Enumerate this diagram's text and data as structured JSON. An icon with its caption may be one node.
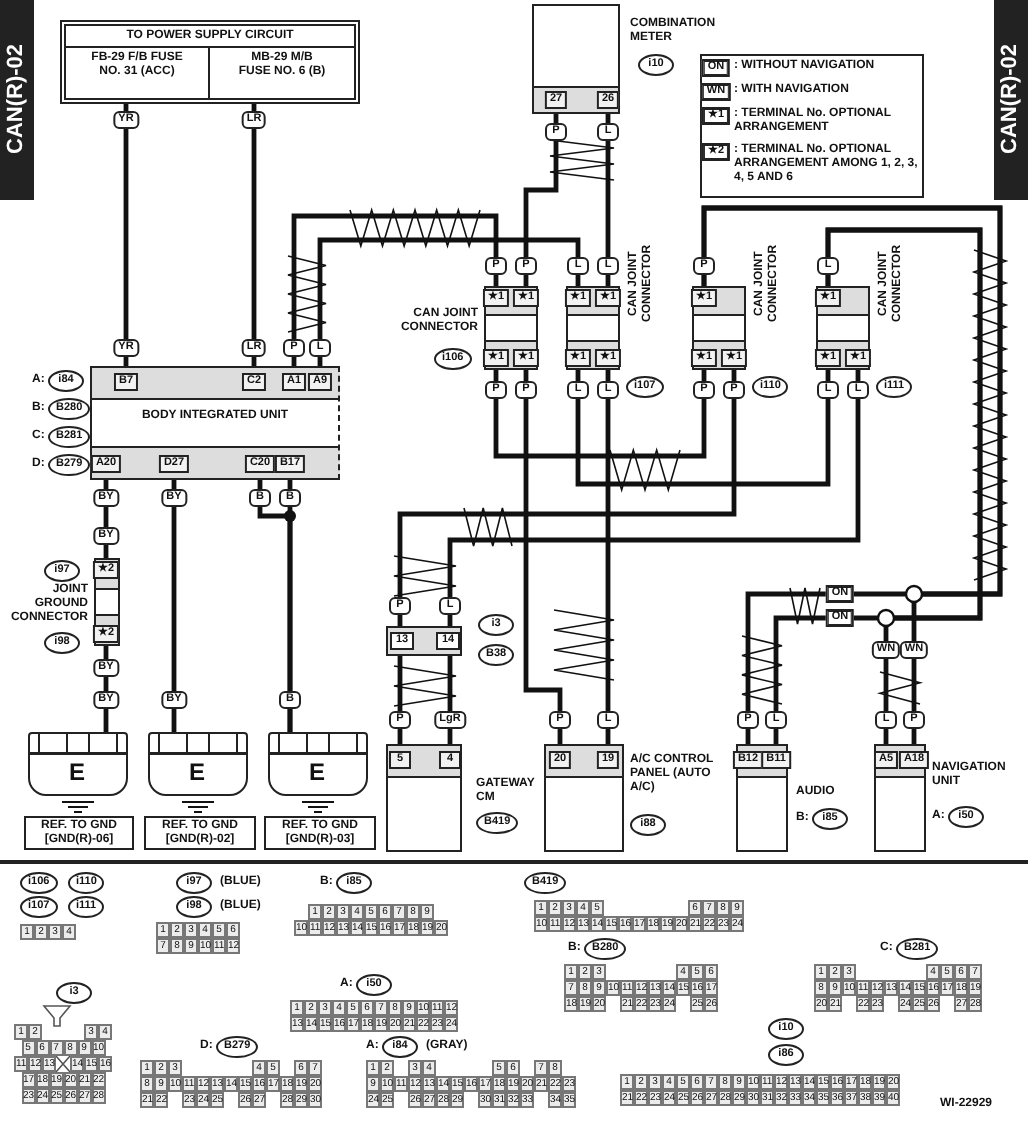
{
  "diagram": {
    "nodes": [
      {
        "text": [
          "TO POWER SUPPLY CIRCUIT",
          "FB-29 F/B FUSE NO. 31 (ACC)",
          "MB-29 M/B FUSE NO. 6 (B)"
        ]
      },
      {
        "text": [
          "COMBINATION METER"
        ],
        "beside": [
          "i10"
        ]
      },
      {
        "text": [
          "BODY INTEGRATED UNIT"
        ],
        "beside": [
          "A:",
          "i84",
          "B:",
          "B280",
          "C:",
          "B281",
          "D:",
          "B279"
        ]
      },
      {
        "text": [
          "CAN JOINT CONNECTOR"
        ],
        "beside": [
          "i106"
        ]
      },
      {
        "text": [
          "CAN JOINT CONNECTOR"
        ],
        "beside": [
          "i107"
        ]
      },
      {
        "text": [
          "CAN JOINT CONNECTOR"
        ],
        "beside": [
          "i110"
        ]
      },
      {
        "text": [
          "CAN JOINT CONNECTOR"
        ],
        "beside": [
          "i111"
        ]
      },
      {
        "text": [
          "JOINT GROUND CONNECTOR"
        ],
        "beside": [
          "i97",
          "i98"
        ]
      },
      {
        "text": [
          "E"
        ]
      },
      {
        "text": [
          "E"
        ]
      },
      {
        "text": [
          "E"
        ]
      },
      {
        "text": [
          "REF. TO GND [GND(R)-06]"
        ]
      },
      {
        "text": [
          "REF. TO GND [GND(R)-02]"
        ]
      },
      {
        "text": [
          "REF. TO GND [GND(R)-03]"
        ]
      },
      {
        "text": [
          "13",
          "14"
        ],
        "beside": [
          "i3",
          "B38"
        ]
      },
      {
        "text": [
          "GATEWAY CM"
        ],
        "beside": [
          "B419"
        ]
      },
      {
        "text": [
          "A/C CONTROL PANEL (AUTO A/C)"
        ],
        "beside": [
          "i88"
        ]
      },
      {
        "text": [
          "AUDIO"
        ],
        "beside": [
          "B:",
          "i85"
        ]
      },
      {
        "text": [
          "NAVIGATION UNIT"
        ],
        "beside": [
          "A:",
          "i50"
        ]
      }
    ],
    "edges": [
      {
        "from": 0,
        "to": 2,
        "arrow": "none"
      },
      {
        "from": 0,
        "to": 2,
        "arrow": "none"
      },
      {
        "from": 2,
        "to": 3,
        "arrow": "none"
      },
      {
        "from": 2,
        "to": 4,
        "arrow": "none"
      },
      {
        "from": 1,
        "to": 3,
        "arrow": "none"
      },
      {
        "from": 1,
        "to": 4,
        "arrow": "none"
      },
      {
        "from": 3,
        "to": 16,
        "arrow": "none"
      },
      {
        "from": 4,
        "to": 16,
        "arrow": "none"
      },
      {
        "from": 4,
        "to": 6,
        "arrow": "none"
      },
      {
        "from": 5,
        "to": 14,
        "arrow": "none"
      },
      {
        "from": 6,
        "to": 14,
        "arrow": "none"
      },
      {
        "from": 14,
        "to": 15,
        "arrow": "none"
      },
      {
        "from": 14,
        "to": 15,
        "arrow": "none"
      },
      {
        "from": 5,
        "to": 17,
        "arrow": "none",
        "label": "ON"
      },
      {
        "from": 5,
        "to": 18,
        "arrow": "none",
        "label": "WN"
      },
      {
        "from": 6,
        "to": 17,
        "arrow": "none",
        "label": "ON"
      },
      {
        "from": 6,
        "to": 18,
        "arrow": "none",
        "label": "WN"
      },
      {
        "from": 2,
        "to": 7,
        "arrow": "none"
      },
      {
        "from": 7,
        "to": 8,
        "arrow": "none"
      },
      {
        "from": 2,
        "to": 9,
        "arrow": "none"
      },
      {
        "from": 2,
        "to": 10,
        "arrow": "none"
      },
      {
        "from": 2,
        "to": 10,
        "arrow": "none"
      },
      {
        "from": 3,
        "to": 5,
        "arrow": "none"
      }
    ],
    "labels": [
      "CAN(R)-02",
      "CAN(R)-02",
      "YR",
      "LR",
      "ON",
      ": WITHOUT NAVIGATION",
      "WN",
      ": WITH NAVIGATION",
      "★1",
      ": TERMINAL No. OPTIONAL ARRANGEMENT",
      "★2",
      ": TERMINAL No. OPTIONAL ARRANGEMENT AMONG 1, 2, 3, 4, 5 AND 6",
      "27",
      "26",
      "P",
      "L",
      "P",
      "P",
      "★1",
      "★1",
      "★1",
      "★1",
      "P",
      "P",
      "L",
      "L",
      "★1",
      "★1",
      "★1",
      "★1",
      "L",
      "L",
      "P",
      "★1",
      "★1",
      "★1",
      "P",
      "P",
      "L",
      "★1",
      "★1",
      "★1",
      "L",
      "L",
      "YR",
      "LR",
      "P",
      "L",
      "B7",
      "C2",
      "A1",
      "A9",
      "A20",
      "D27",
      "C20",
      "B17",
      "BY",
      "BY",
      "B",
      "B",
      "BY",
      "★2",
      "★2",
      "BY",
      "BY",
      "BY",
      "B",
      "P",
      "L",
      "P",
      "LgR",
      "5",
      "4",
      "P",
      "L",
      "20",
      "19",
      "P",
      "L",
      "B12",
      "B11",
      "L",
      "P",
      "A5",
      "A18",
      "i106",
      "i110",
      "i107",
      "i111",
      "1",
      "2",
      "3",
      "4",
      "i97",
      "(BLUE)",
      "i98",
      "(BLUE)",
      "1",
      "2",
      "3",
      "4",
      "5",
      "6",
      "7",
      "8",
      "9",
      "10",
      "11",
      "12",
      "B:",
      "i85",
      "1",
      "2",
      "3",
      "4",
      "5",
      "6",
      "7",
      "8",
      "9",
      "10",
      "11",
      "12",
      "13",
      "14",
      "15",
      "16",
      "17",
      "18",
      "19",
      "20",
      "A:",
      "i50",
      "1",
      "2",
      "3",
      "4",
      "5",
      "6",
      "7",
      "8",
      "9",
      "10",
      "11",
      "12",
      "13",
      "14",
      "15",
      "16",
      "17",
      "18",
      "19",
      "20",
      "21",
      "22",
      "23",
      "24",
      "i3",
      "1",
      "2",
      "3",
      "4",
      "5",
      "6",
      "7",
      "8",
      "9",
      "10",
      "11",
      "12",
      "13",
      "14",
      "15",
      "16",
      "17",
      "18",
      "19",
      "20",
      "21",
      "22",
      "23",
      "24",
      "25",
      "26",
      "27",
      "28",
      "D:",
      "B279",
      "1",
      "2",
      "3",
      "4",
      "5",
      "6",
      "7",
      "8",
      "9",
      "10",
      "11",
      "12",
      "13",
      "14",
      "15",
      "16",
      "17",
      "18",
      "19",
      "20",
      "21",
      "22",
      "23",
      "24",
      "25",
      "26",
      "27",
      "28",
      "29",
      "30",
      "A:",
      "i84",
      "(GRAY)",
      "1",
      "2",
      "3",
      "4",
      "5",
      "6",
      "7",
      "8",
      "9",
      "10",
      "11",
      "12",
      "13",
      "14",
      "15",
      "16",
      "17",
      "18",
      "19",
      "20",
      "21",
      "22",
      "23",
      "24",
      "25",
      "26",
      "27",
      "28",
      "29",
      "30",
      "31",
      "32",
      "33",
      "34",
      "35",
      "B419",
      "1",
      "2",
      "3",
      "4",
      "5",
      "6",
      "7",
      "8",
      "9",
      "10",
      "11",
      "12",
      "13",
      "14",
      "15",
      "16",
      "17",
      "18",
      "19",
      "20",
      "21",
      "22",
      "23",
      "24",
      "B:",
      "B280",
      "1",
      "2",
      "3",
      "4",
      "5",
      "6",
      "7",
      "8",
      "9",
      "10",
      "11",
      "12",
      "13",
      "14",
      "15",
      "16",
      "17",
      "18",
      "19",
      "20",
      "21",
      "22",
      "23",
      "24",
      "25",
      "26",
      "C:",
      "B281",
      "1",
      "2",
      "3",
      "4",
      "5",
      "6",
      "7",
      "8",
      "9",
      "10",
      "11",
      "12",
      "13",
      "14",
      "15",
      "16",
      "17",
      "18",
      "19",
      "20",
      "21",
      "22",
      "23",
      "24",
      "25",
      "26",
      "27",
      "28",
      "i10",
      "i86",
      "1",
      "2",
      "3",
      "4",
      "5",
      "6",
      "7",
      "8",
      "9",
      "10",
      "11",
      "12",
      "13",
      "14",
      "15",
      "16",
      "17",
      "18",
      "19",
      "20",
      "21",
      "22",
      "23",
      "24",
      "25",
      "26",
      "27",
      "28",
      "29",
      "30",
      "31",
      "32",
      "33",
      "34",
      "35",
      "36",
      "37",
      "38",
      "39",
      "40",
      "WI-22929"
    ]
  }
}
